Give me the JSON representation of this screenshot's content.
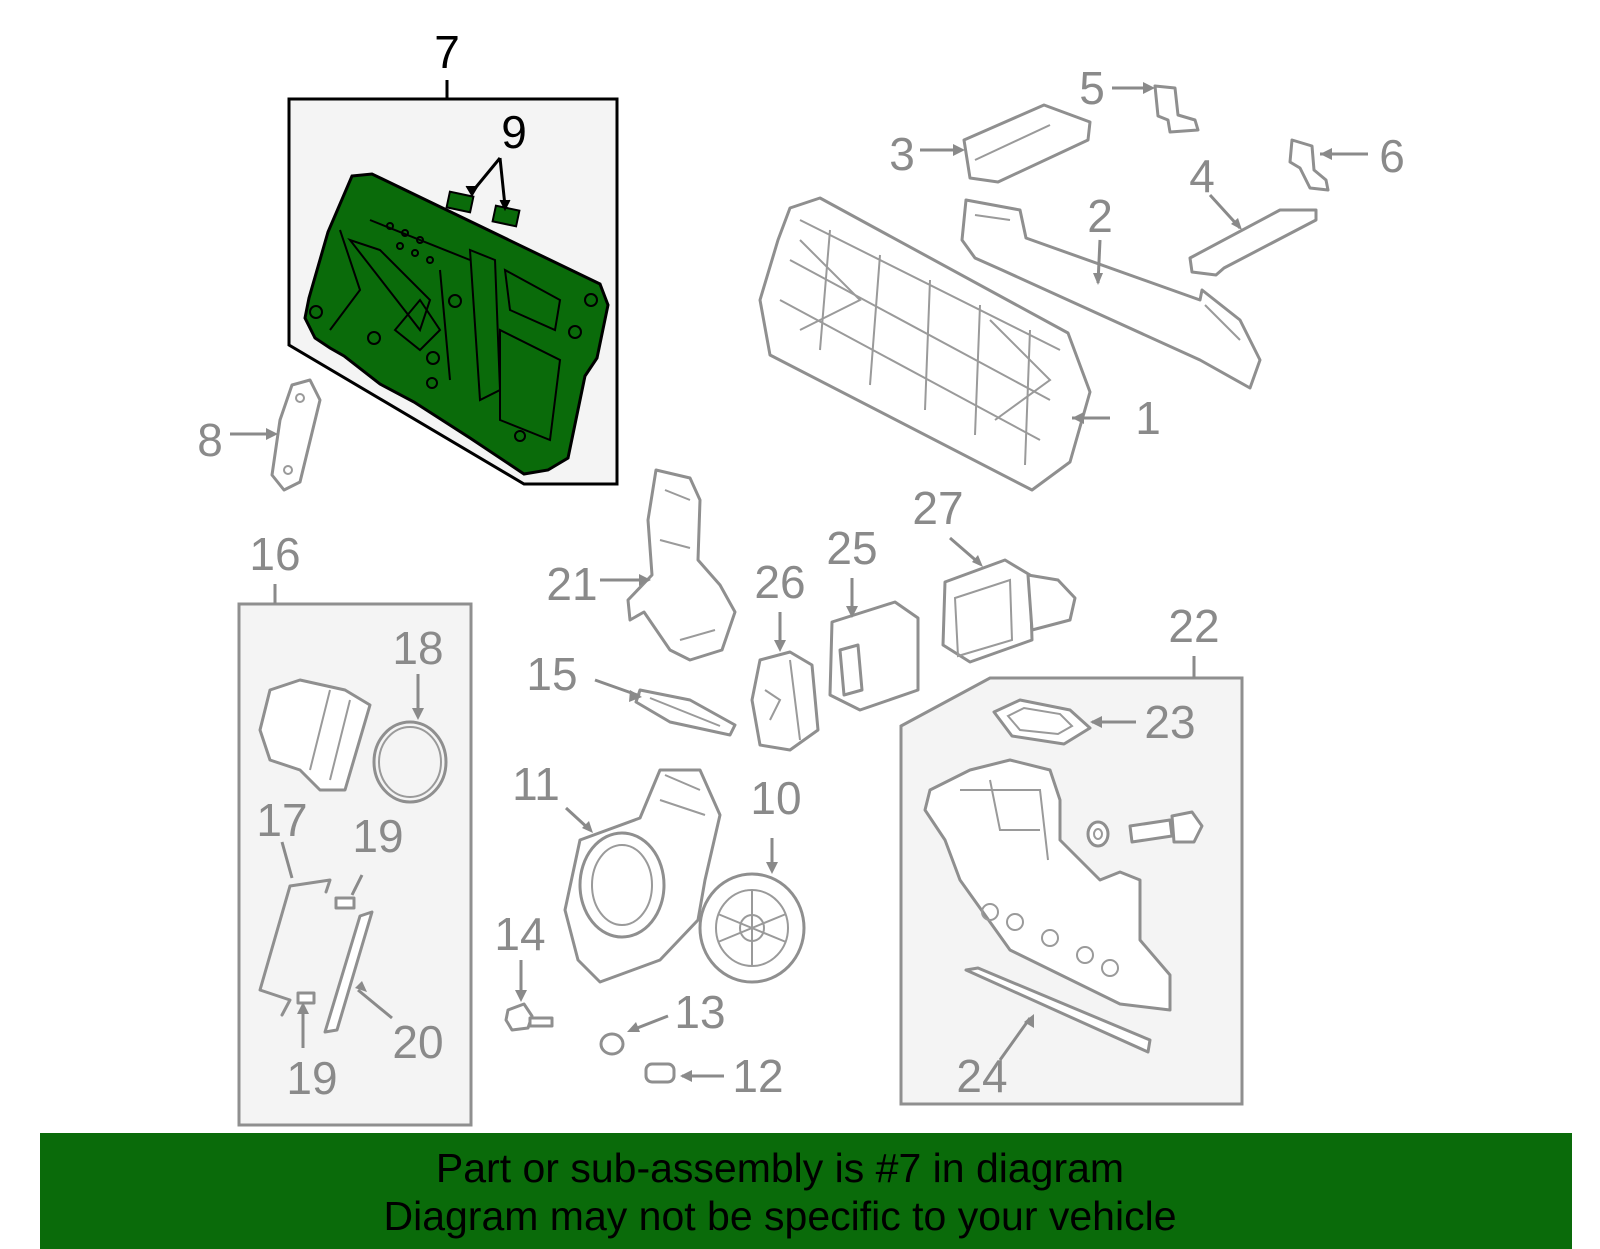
{
  "callouts": {
    "c1": "1",
    "c2": "2",
    "c3": "3",
    "c4": "4",
    "c5": "5",
    "c6": "6",
    "c7": "7",
    "c8": "8",
    "c9": "9",
    "c10": "10",
    "c11": "11",
    "c12": "12",
    "c13": "13",
    "c14": "14",
    "c15": "15",
    "c16": "16",
    "c17": "17",
    "c18": "18",
    "c19a": "19",
    "c19b": "19",
    "c20": "20",
    "c21": "21",
    "c22": "22",
    "c23": "23",
    "c24": "24",
    "c25": "25",
    "c26": "26",
    "c27": "27"
  },
  "highlight": {
    "part": "7",
    "color": "#0a6b0a"
  },
  "banner": {
    "line1": "Part or sub-assembly is #7 in diagram",
    "line2": "Diagram may not be specific to your vehicle",
    "color": "#0a6b0a"
  }
}
